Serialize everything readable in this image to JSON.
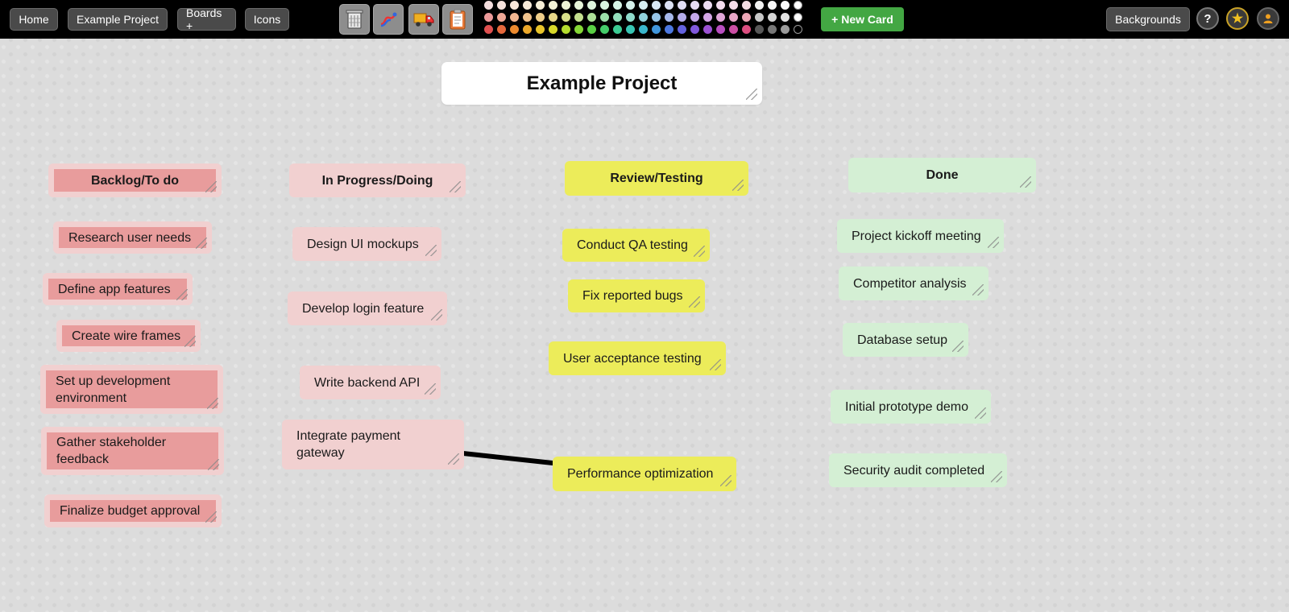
{
  "nav": {
    "home": "Home",
    "project": "Example Project",
    "boards": "Boards +",
    "icons": "Icons"
  },
  "tools": [
    "trash-icon",
    "connector-icon",
    "truck-icon",
    "clipboard-icon"
  ],
  "palette": {
    "row1": [
      "#f4dede",
      "#f6e2dc",
      "#f8e6d8",
      "#f7ead8",
      "#f6eed6",
      "#f3f2d6",
      "#eef4d6",
      "#e6f4d8",
      "#def4dc",
      "#d8f4e0",
      "#d6f4e6",
      "#d6f2ec",
      "#d6eef2",
      "#d8e8f4",
      "#dce2f4",
      "#e0ddf4",
      "#e6dcf4",
      "#ecdcf2",
      "#f2dcee",
      "#f4dce8",
      "#f4dde3",
      "#f2f2f2",
      "#f6f6f6",
      "#f9f9f9",
      "#ffffff"
    ],
    "row2": [
      "#ec9a9a",
      "#f0a896",
      "#f2b690",
      "#f1c28c",
      "#efce8a",
      "#e8d888",
      "#d8e08a",
      "#c4e08e",
      "#aee098",
      "#9ce0aa",
      "#94e0bc",
      "#90dccc",
      "#90d2dc",
      "#98c6e8",
      "#a6b8ea",
      "#b4acea",
      "#c4a8ea",
      "#d4a6e6",
      "#e0a6d8",
      "#e8a6c8",
      "#eca6b6",
      "#c8c8c8",
      "#d6d6d6",
      "#e4e4e4",
      "#ffffff"
    ],
    "row3": [
      "#e05050",
      "#e6683c",
      "#ec8a2e",
      "#eca82a",
      "#e8c42a",
      "#d8d82a",
      "#b4dc2e",
      "#86d836",
      "#5ad044",
      "#44cc6a",
      "#3ccc94",
      "#38c6b4",
      "#3ab6cc",
      "#4096dc",
      "#4c78e0",
      "#6462e0",
      "#8058dc",
      "#9c52d4",
      "#b84ec0",
      "#cc4ea4",
      "#dc4e80",
      "#585858",
      "#787878",
      "#9a9a9a",
      "#000000"
    ]
  },
  "new_card_label": "+ New Card",
  "right": {
    "backgrounds": "Backgrounds",
    "help": "?",
    "star": "★",
    "user": "person-icon"
  },
  "board": {
    "title": "Example Project",
    "columns": {
      "backlog": "Backlog/To do",
      "progress": "In Progress/Doing",
      "review": "Review/Testing",
      "done": "Done"
    },
    "cards": {
      "research": "Research user needs",
      "define": "Define app features",
      "wireframes": "Create wire frames",
      "devenv": "Set up development environment",
      "stakeholder": "Gather stakeholder feedback",
      "budget": "Finalize budget approval",
      "mockups": "Design UI mockups",
      "login": "Develop login feature",
      "backend": "Write backend API",
      "payment": "Integrate payment gateway",
      "qa": "Conduct QA testing",
      "bugs": "Fix reported bugs",
      "uat": "User acceptance testing",
      "perf": "Performance optimization",
      "kickoff": "Project kickoff meeting",
      "competitor": "Competitor analysis",
      "database": "Database setup",
      "prototype": "Initial prototype demo",
      "security": "Security audit completed"
    }
  },
  "colors": {
    "backlog_outer": "#f1d0d0",
    "backlog_inner": "#e89c9c",
    "progress": "#f1d0d0",
    "review": "#ecec5a",
    "done": "#d4efd4",
    "new_card": "#43a743"
  }
}
